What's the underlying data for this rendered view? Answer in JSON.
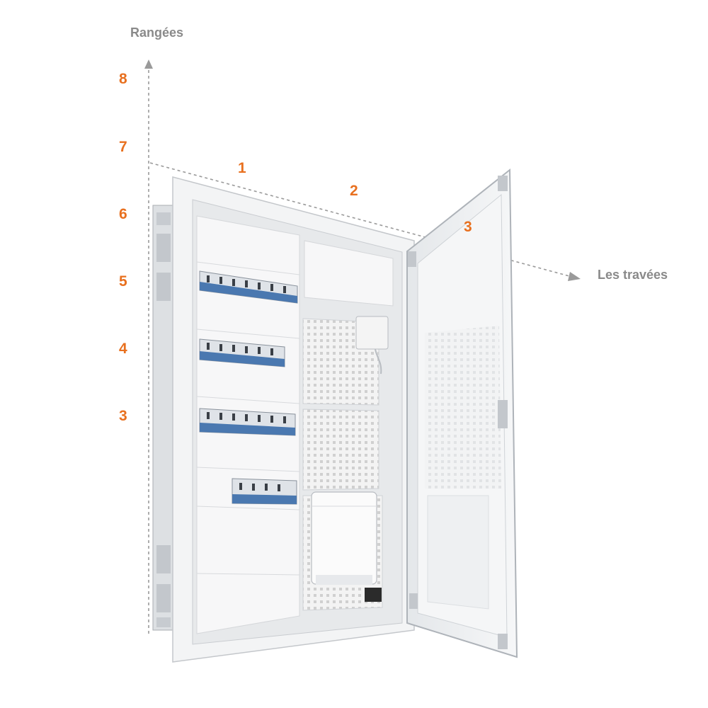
{
  "axes": {
    "vertical_title": "Rangées",
    "horizontal_title": "Les travées"
  },
  "row_numbers": [
    "8",
    "7",
    "6",
    "5",
    "4",
    "3"
  ],
  "bay_numbers": [
    "1",
    "2",
    "3"
  ],
  "colors": {
    "accent": "#e8701f",
    "axis_text": "#8a8a8a",
    "axis_line": "#9a9a9a"
  }
}
